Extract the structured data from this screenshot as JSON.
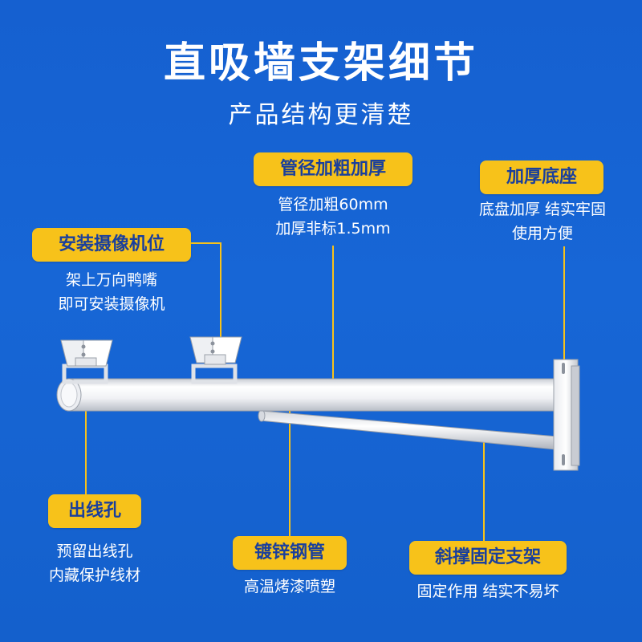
{
  "header": {
    "title": "直吸墙支架细节",
    "subtitle": "产品结构更清楚"
  },
  "callouts": {
    "pipe": {
      "tag": "管径加粗加厚",
      "line1": "管径加粗60mm",
      "line2": "加厚非标1.5mm"
    },
    "base": {
      "tag": "加厚底座",
      "line1": "底盘加厚 结实牢固",
      "line2": "使用方便"
    },
    "camera": {
      "tag": "安装摄像机位",
      "line1": "架上万向鸭嘴",
      "line2": "即可安装摄像机"
    },
    "hole": {
      "tag": "出线孔",
      "line1": "预留出线孔",
      "line2": "内藏保护线材"
    },
    "galv": {
      "tag": "镀锌钢管",
      "line1": "高温烤漆喷塑"
    },
    "brace": {
      "tag": "斜撑固定支架",
      "line1": "固定作用 结实不易坏"
    }
  },
  "colors": {
    "background": "#1766d6",
    "tag_fill": "#f7c21a",
    "tag_text": "#1a3f9c",
    "bracket": "#f4f5f7",
    "leader_line": "#f7c21a"
  }
}
